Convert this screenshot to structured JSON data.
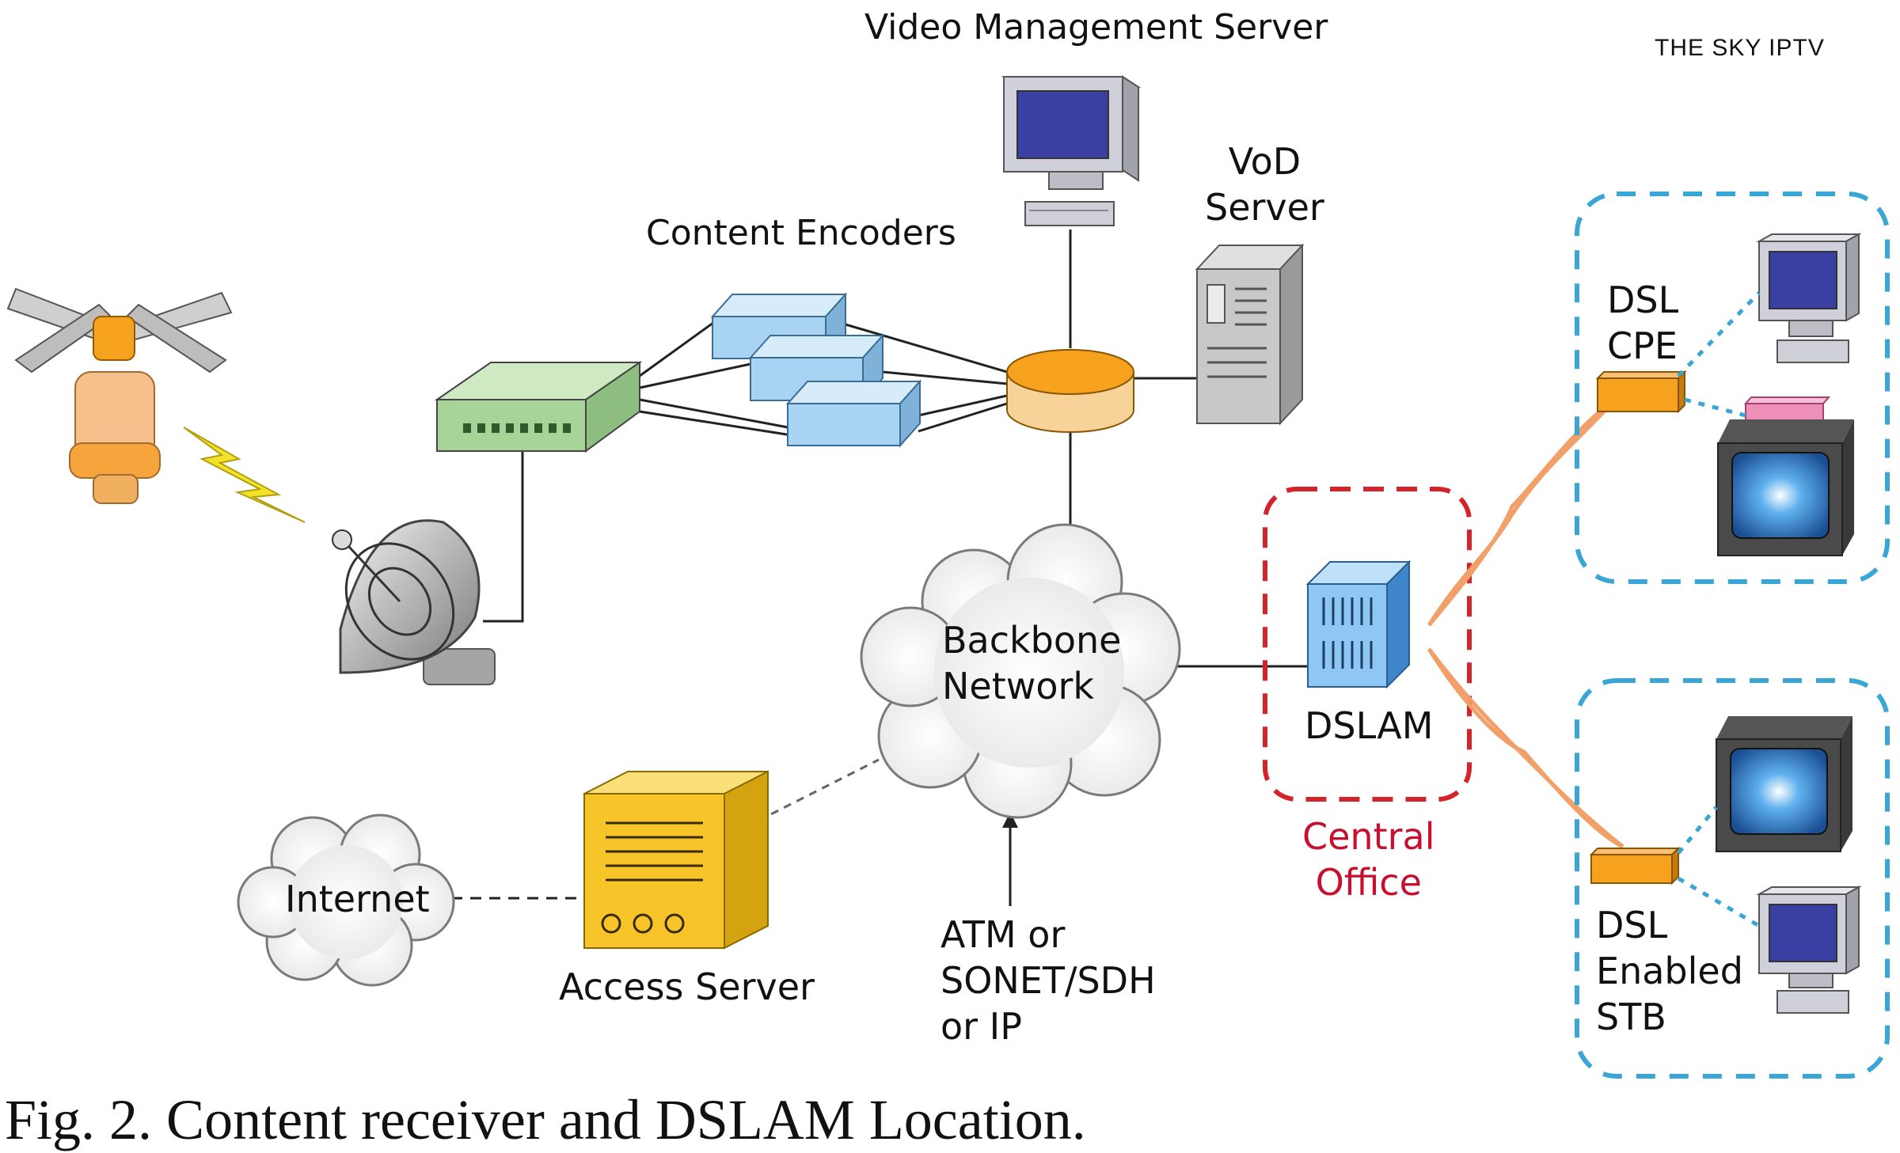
{
  "brand": "THE SKY IPTV",
  "labels": {
    "video_management_server": "Video Management Server",
    "vod_server": "VoD\nServer",
    "content_encoders": "Content Encoders",
    "dsl_cpe": "DSL\nCPE",
    "backbone_network": "Backbone\nNetwork",
    "dslam": "DSLAM",
    "central_office": "Central\nOffice",
    "internet": "Internet",
    "access_server": "Access Server",
    "atm_sonet_ip": "ATM or\nSONET/SDH\nor IP",
    "dsl_enabled_stb": "DSL\nEnabled\nSTB"
  },
  "caption": "Fig. 2. Content receiver and DSLAM Location.",
  "colors": {
    "encoder_fill": "#a9d3f2",
    "router_fill": "#f7a21e",
    "switch_fill": "#a8d49a",
    "access_server_fill": "#f7c42a",
    "central_office_border": "#d4232b",
    "home_border": "#3aa6d6",
    "dsl_line": "#f2a06a"
  },
  "icons": [
    "satellite-icon",
    "lightning-icon",
    "dish-icon",
    "switch-icon",
    "encoder-icon",
    "router-icon",
    "monitor-icon",
    "vod-server-icon",
    "cloud-icon",
    "access-server-icon",
    "dslam-icon",
    "tv-icon",
    "cpe-icon",
    "stb-icon"
  ]
}
